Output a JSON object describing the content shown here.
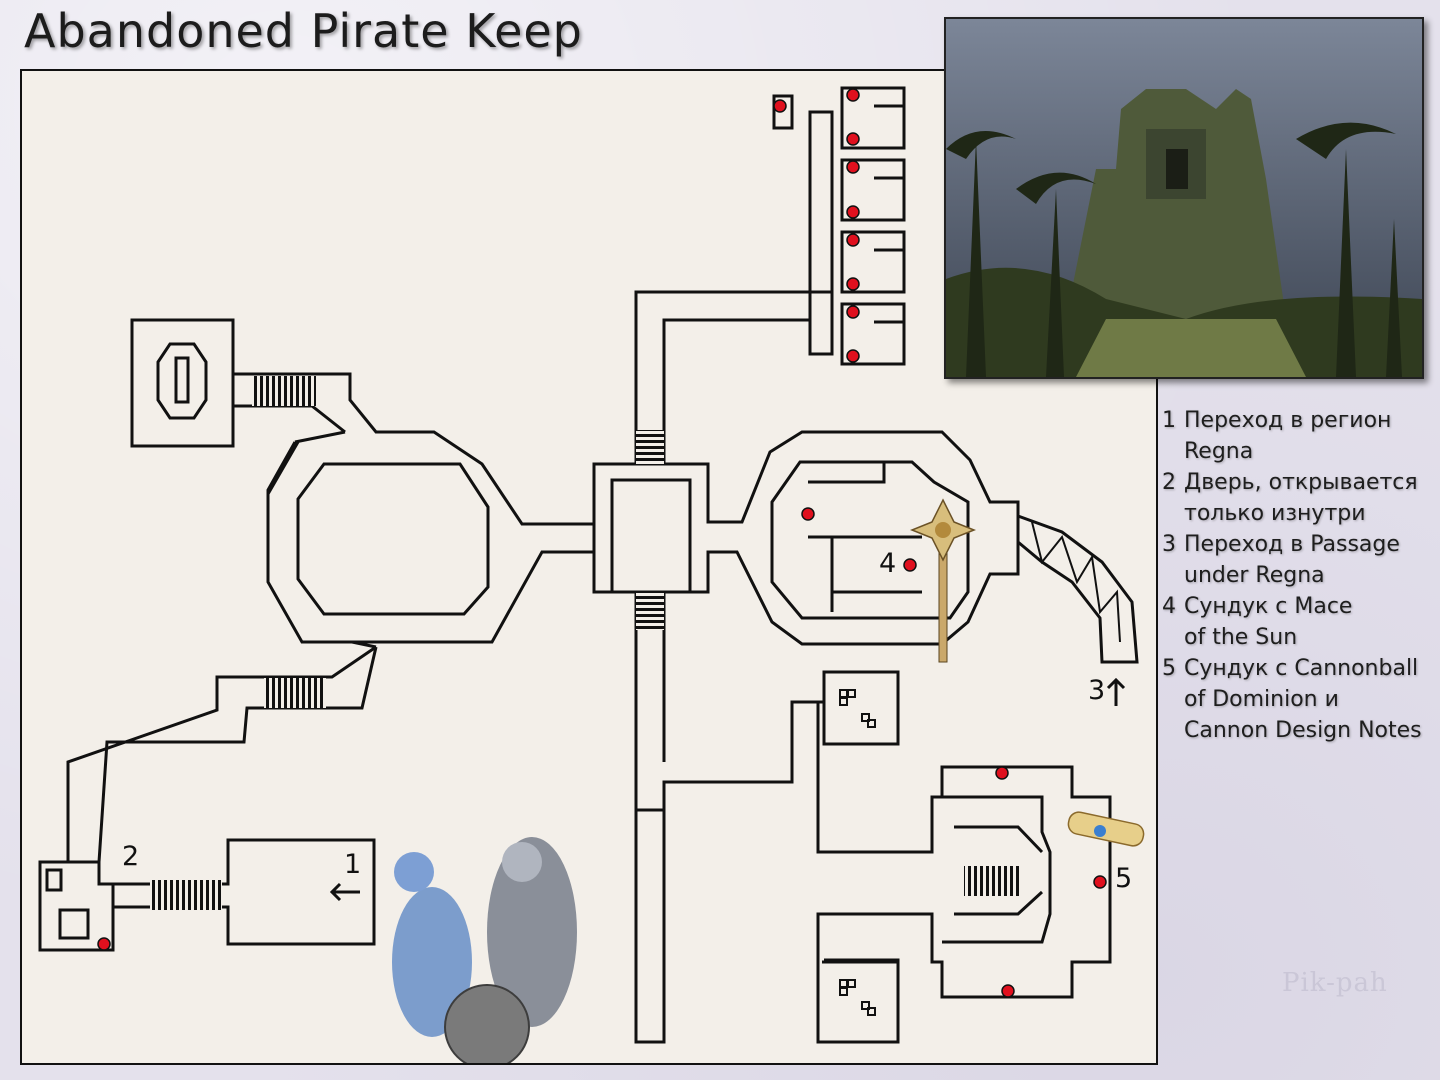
{
  "map": {
    "title": "Abandoned Pirate Keep",
    "colors": {
      "wall": "#111111",
      "parchment": "#f3efe9",
      "chest_marker": "#e0101e",
      "page_background": "#e4e1ec"
    },
    "markers": {
      "m1": "1",
      "m2": "2",
      "m3": "3",
      "m4": "4",
      "m5": "5"
    },
    "icons": [
      "arrow-left-icon",
      "arrow-up-icon",
      "chest-marker-icon",
      "mace-icon",
      "scroll-icon",
      "stairs-icon",
      "altar-icon"
    ]
  },
  "legend": [
    {
      "num": "1",
      "text": "Переход в регион\nRegna"
    },
    {
      "num": "2",
      "text": "Дверь, открывается\nтолько изнутри"
    },
    {
      "num": "3",
      "text": "Переход в Passage\nunder Regna"
    },
    {
      "num": "4",
      "text": "Сундук с Mace\nof the Sun"
    },
    {
      "num": "5",
      "text": "Сундук с Cannonball\nof Dominion и\nCannon Design Notes"
    }
  ],
  "watermark": "Pik-pah"
}
